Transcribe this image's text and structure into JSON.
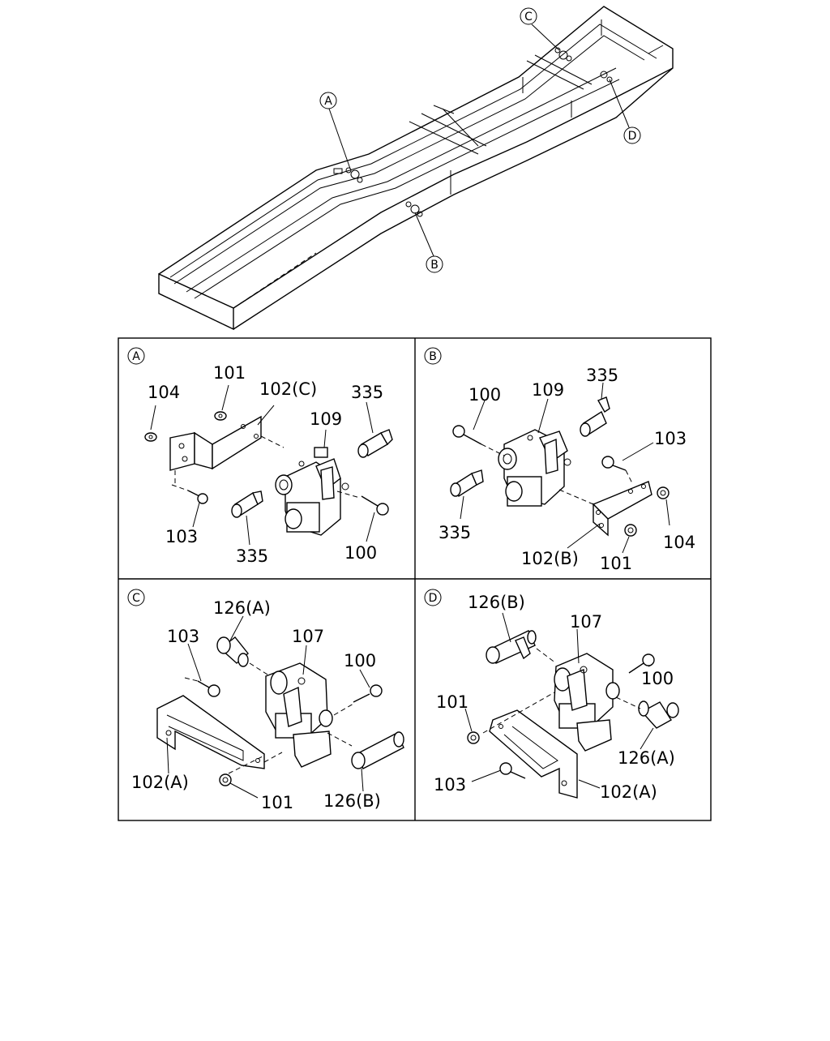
{
  "callouts": [
    "A",
    "B",
    "C",
    "D"
  ],
  "panels": {
    "A": {
      "tag": "A",
      "labels": {
        "l104": "104",
        "l101": "101",
        "l102": "102(C)",
        "l335a": "335",
        "l109": "109",
        "l103": "103",
        "l335b": "335",
        "l100": "100"
      }
    },
    "B": {
      "tag": "B",
      "labels": {
        "l100": "100",
        "l109": "109",
        "l335a": "335",
        "l103": "103",
        "l335b": "335",
        "l104": "104",
        "l102": "102(B)",
        "l101": "101"
      }
    },
    "C": {
      "tag": "C",
      "labels": {
        "l126a": "126(A)",
        "l103": "103",
        "l107": "107",
        "l100": "100",
        "l102": "102(A)",
        "l101": "101",
        "l126b": "126(B)"
      }
    },
    "D": {
      "tag": "D",
      "labels": {
        "l126b": "126(B)",
        "l107": "107",
        "l100": "100",
        "l101": "101",
        "l126a": "126(A)",
        "l103": "103",
        "l102": "102(A)"
      }
    }
  }
}
